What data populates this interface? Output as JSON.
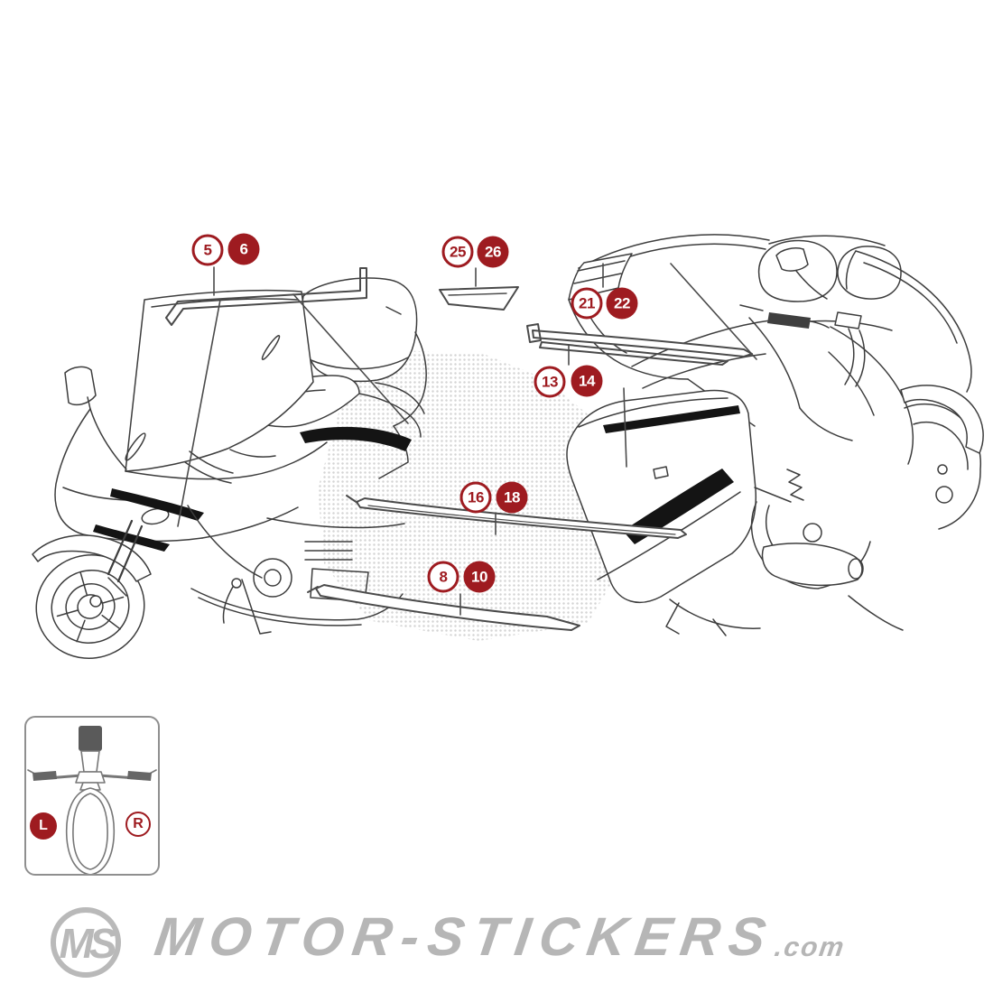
{
  "page": {
    "background": "#ffffff"
  },
  "palette": {
    "accent_red": "#9e1b20",
    "line_gray": "#3d3d3d",
    "watermark_gray": "#b6b6b6",
    "halftone_gray": "#d4d4d4"
  },
  "callouts": [
    {
      "number": "5",
      "style": "outline"
    },
    {
      "number": "6",
      "style": "filled"
    },
    {
      "number": "25",
      "style": "outline"
    },
    {
      "number": "26",
      "style": "filled"
    },
    {
      "number": "21",
      "style": "outline"
    },
    {
      "number": "22",
      "style": "filled"
    },
    {
      "number": "13",
      "style": "outline"
    },
    {
      "number": "14",
      "style": "filled"
    },
    {
      "number": "16",
      "style": "outline"
    },
    {
      "number": "18",
      "style": "filled"
    },
    {
      "number": "8",
      "style": "outline"
    },
    {
      "number": "10",
      "style": "filled"
    }
  ],
  "legend": {
    "left_label": "L",
    "right_label": "R"
  },
  "footer": {
    "brand": "MOTOR-STICKERS",
    "tld": ".com",
    "monogram": "MS"
  }
}
